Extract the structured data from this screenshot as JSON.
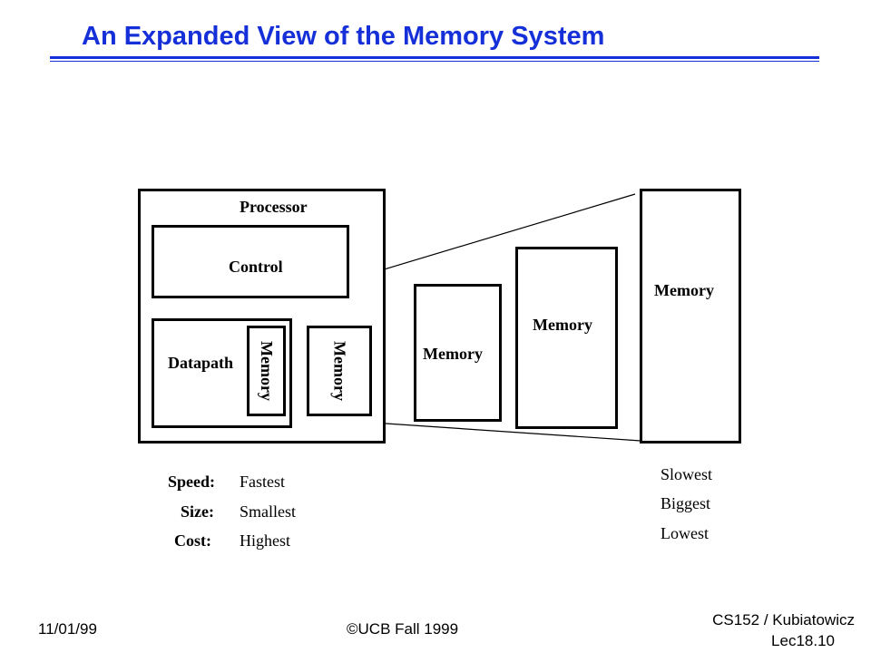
{
  "header": {
    "title": "An Expanded View of the Memory System"
  },
  "diagram": {
    "processor_label": "Processor",
    "control_label": "Control",
    "datapath_label": "Datapath",
    "datapath_memory_label": "Memory",
    "level1_memory_label": "Memory",
    "level2_memory_label": "Memory",
    "level3_memory_label": "Memory",
    "level4_memory_label": "Memory"
  },
  "metrics": {
    "labels": [
      "Speed:",
      "Size:",
      "Cost:"
    ],
    "near_values": [
      "Fastest",
      "Smallest",
      "Highest"
    ],
    "far_values": [
      "Slowest",
      "Biggest",
      "Lowest"
    ]
  },
  "footer": {
    "date": "11/01/99",
    "copyright": "©UCB Fall 1999",
    "course": "CS152 / Kubiatowicz",
    "lecture": "Lec18.10"
  }
}
